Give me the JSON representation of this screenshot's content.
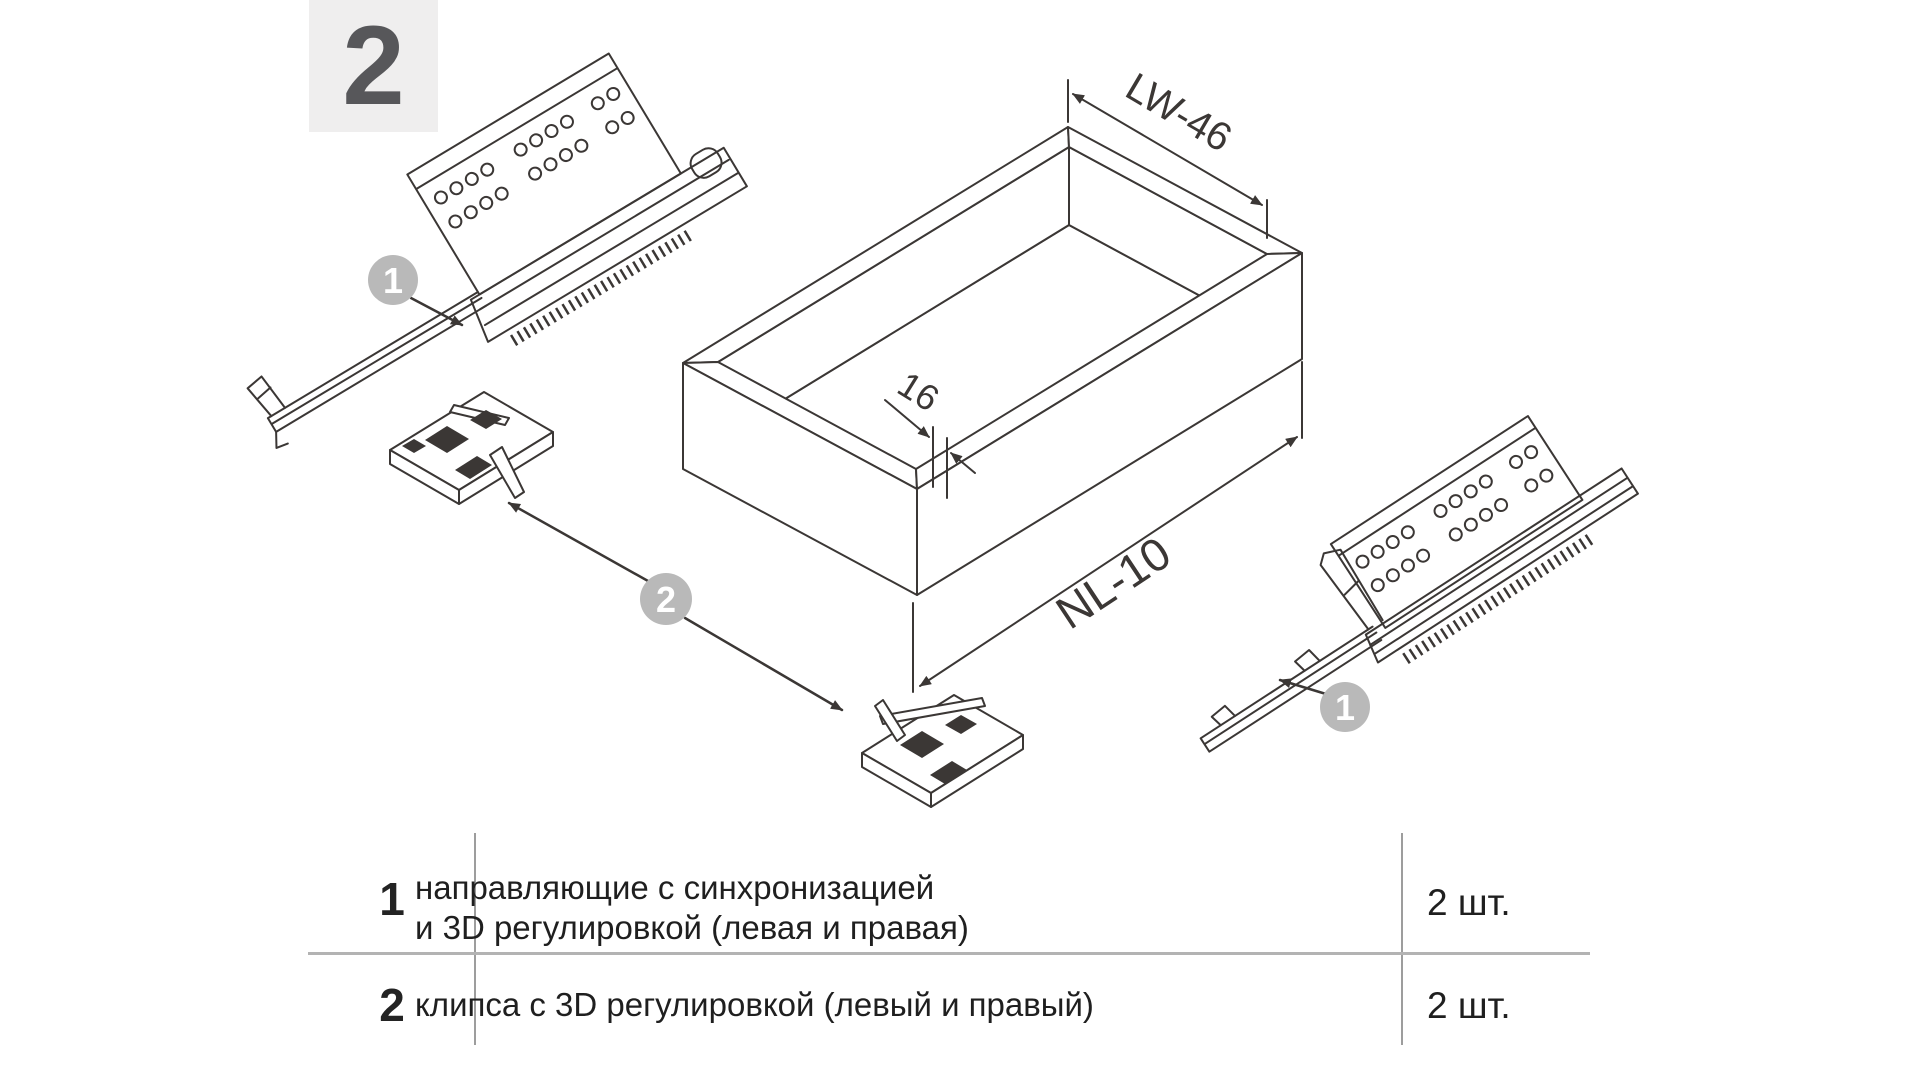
{
  "step_number": "2",
  "colors": {
    "line_art": "#3b3735",
    "badge_bg": "#efeeee",
    "badge_text": "#57575a",
    "callout_fill": "#b9b9b9",
    "callout_text": "#ffffff",
    "table_text": "#1f1f1f",
    "divider": "#9d9d9d"
  },
  "dimensions": {
    "width_label": "LW-46",
    "thickness_label": "16",
    "length_label": "NL-10"
  },
  "callouts": {
    "slide_left_label": "1",
    "slide_right_label": "1",
    "clip_label": "2"
  },
  "parts_table": {
    "rows": [
      {
        "num": "1",
        "name_line1": "направляющие с синхронизацией",
        "name_line2": "и 3D регулировкой (левая и правая)",
        "qty": "2 шт."
      },
      {
        "num": "2",
        "name_line1": "клипса с 3D регулировкой (левый и правый)",
        "name_line2": "",
        "qty": "2 шт."
      }
    ]
  }
}
